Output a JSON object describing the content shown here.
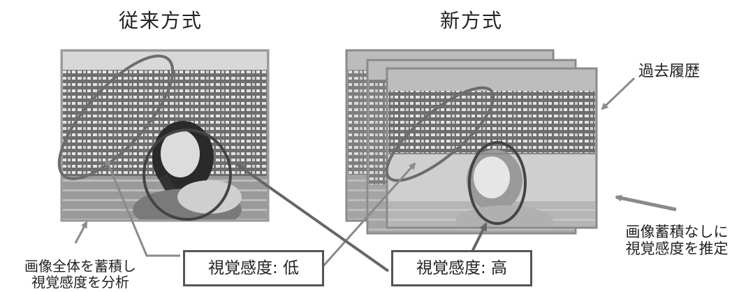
{
  "titles": {
    "conventional": "従来方式",
    "new": "新方式"
  },
  "labels": {
    "history": "過去履歴",
    "estimate_line1": "画像蓄積なしに",
    "estimate_line2": "視覚感度を推定",
    "accumulate_line1": "画像全体を蓄積し",
    "accumulate_line2": "視覚感度を分析"
  },
  "boxes": {
    "low": "視覚感度: 低",
    "high": "視覚感度: 高"
  }
}
